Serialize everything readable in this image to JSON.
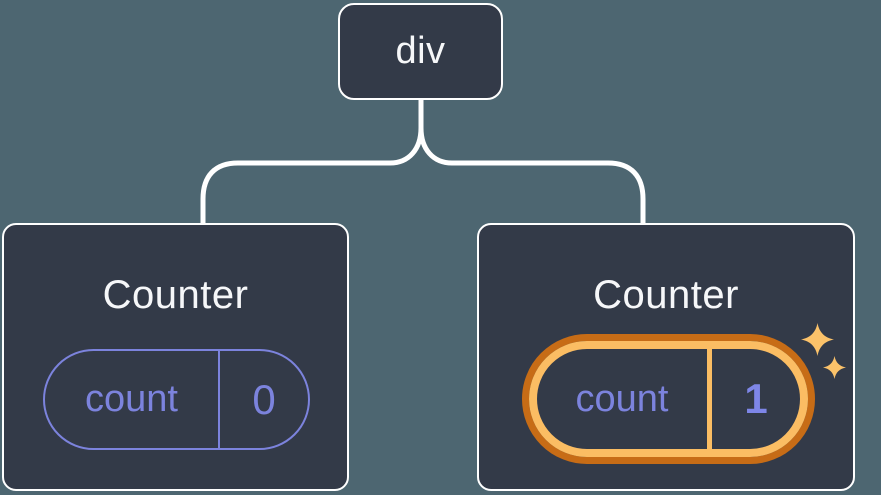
{
  "diagram": {
    "root": {
      "label": "div"
    },
    "children": [
      {
        "title": "Counter",
        "highlighted": false,
        "state": {
          "label": "count",
          "value": "0"
        }
      },
      {
        "title": "Counter",
        "highlighted": true,
        "state": {
          "label": "count",
          "value": "1"
        }
      }
    ]
  },
  "icons": {
    "highlight_effect": "sparkle-icon"
  },
  "colors": {
    "bg": "#4d6671",
    "card-bg": "#333a48",
    "card-border": "#ffffff",
    "line": "#ffffff",
    "title-text": "#f6f7f9",
    "purple": "#7c83dd",
    "purple-bright": "#7e86e8",
    "orange-dark": "#c76c16",
    "orange-light": "#fbbd63",
    "sparkle": "#fbc26a"
  }
}
